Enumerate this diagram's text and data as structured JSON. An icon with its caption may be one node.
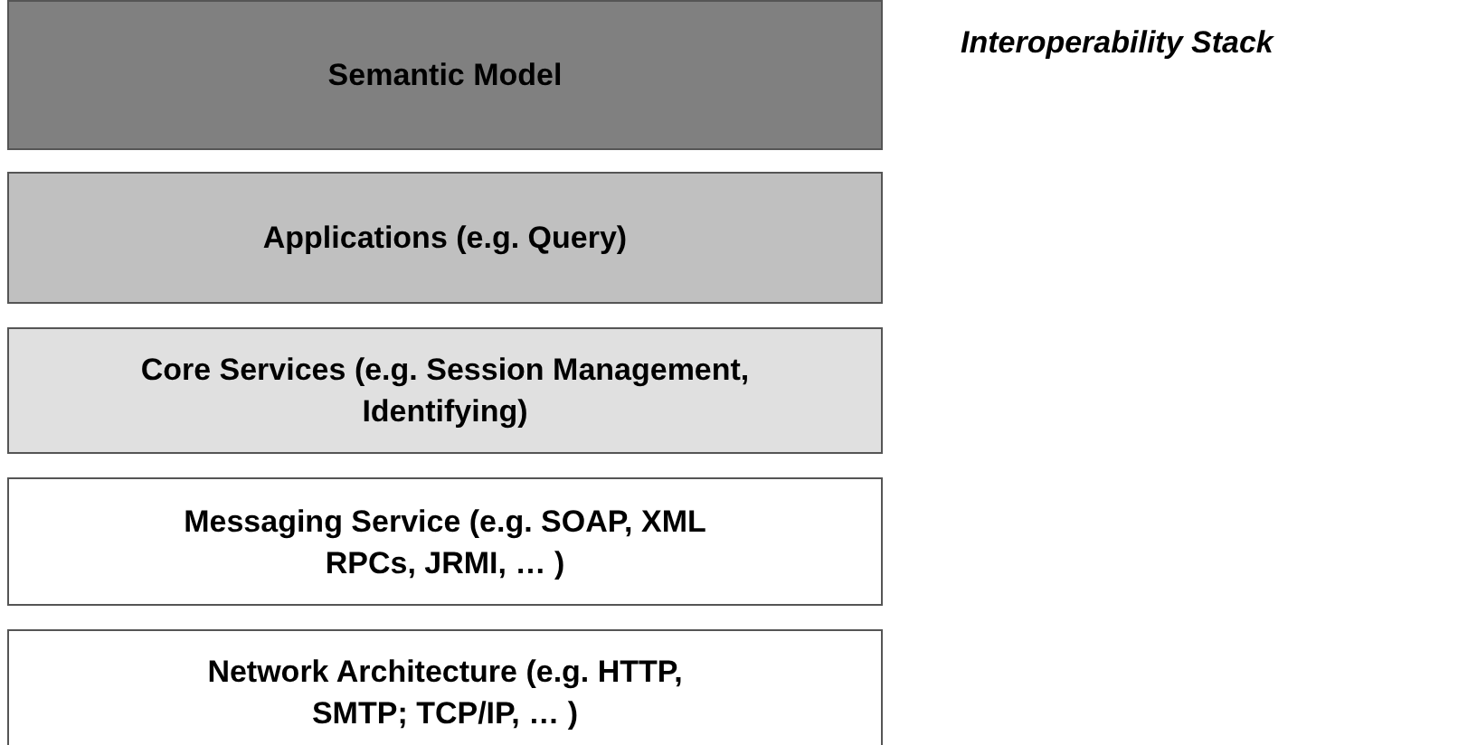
{
  "diagram": {
    "title": "Interoperability Stack",
    "nodes": [
      {
        "text": [
          "Semantic Model"
        ]
      },
      {
        "text": [
          "Applications (e.g. Query)"
        ]
      },
      {
        "text": [
          "Core Services (e.g. Session Management, Identifying)"
        ]
      },
      {
        "text": [
          "Messaging Service (e.g. SOAP, XML RPCs, JRMI, **…** )"
        ]
      },
      {
        "text": [
          "Network Architecture (e.g. HTTP, SMTP; TCP/IP, **…** )"
        ]
      }
    ]
  }
}
